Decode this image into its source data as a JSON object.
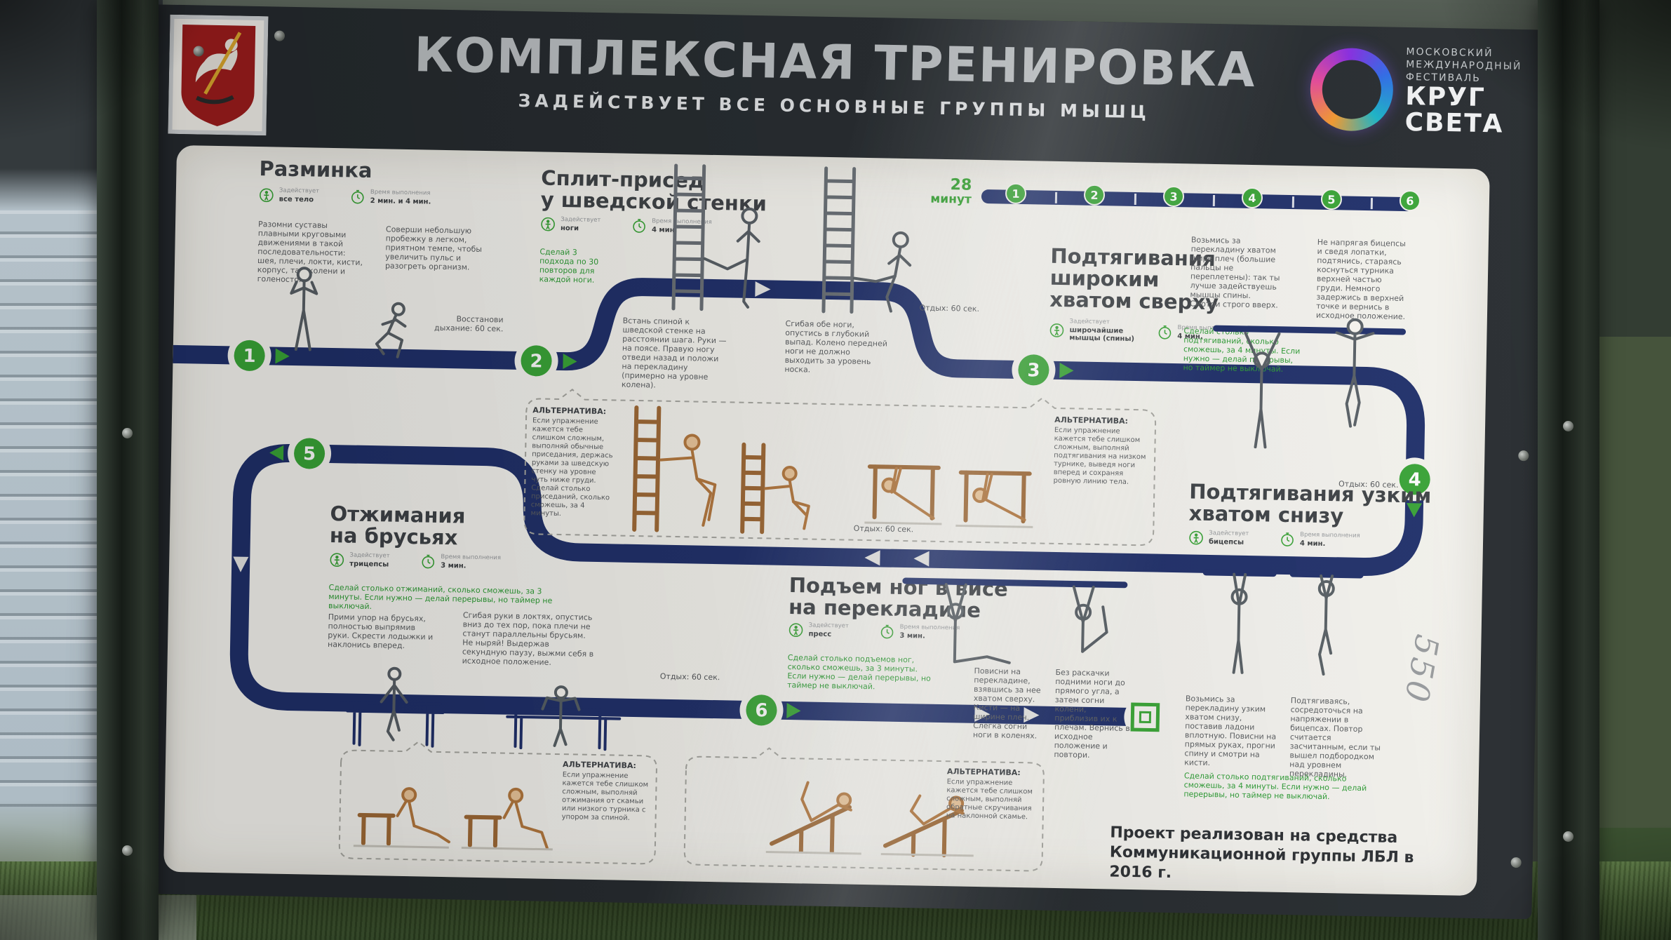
{
  "header": {
    "title": "КОМПЛЕКСНАЯ ТРЕНИРОВКА",
    "subtitle": "ЗАДЕЙСТВУЕТ ВСЕ ОСНОВНЫЕ ГРУППЫ МЫШЦ",
    "festival_line1": "МОСКОВСКИЙ",
    "festival_line2": "МЕЖДУНАРОДНЫЙ",
    "festival_line3": "ФЕСТИВАЛЬ",
    "festival_name1": "КРУГ",
    "festival_name2": "СВЕТА"
  },
  "timer": {
    "value": "28",
    "unit": "минут"
  },
  "progress": [
    "1",
    "2",
    "3",
    "4",
    "5",
    "6"
  ],
  "stations": [
    "1",
    "2",
    "3",
    "4",
    "5",
    "6"
  ],
  "labels": {
    "involves": "Задействует",
    "duration": "Время выполнения",
    "alternative": "АЛЬТЕРНАТИВА:",
    "rest": "Отдых: 60 сек."
  },
  "sections": {
    "warmup": {
      "title": "Разминка",
      "target": "все тело",
      "time": "2 мин. и 4 мин.",
      "p1": "Разомни суставы плавными круговыми движениями в такой последовательности: шея, плечи, локти, кисти, корпус, таз, колени и голеностоп.",
      "p2": "Соверши небольшую пробежку в легком, приятном темпе, чтобы увеличить пульс и разогреть организм.",
      "note": "Восстанови дыхание: 60 сек."
    },
    "split": {
      "title1": "Сплит-присед",
      "title2": "у шведской стенки",
      "target": "ноги",
      "time": "4 мин.",
      "green": "Сделай 3 подхода по 30 повторов для каждой ноги.",
      "p1": "Встань спиной к шведской стенке на расстоянии шага. Руки — на поясе. Правую ногу отведи назад и положи на перекладину (примерно на уровне колена).",
      "p2": "Сгибая обе ноги, опустись в глубокий выпад. Колено передней ноги не должно выходить за уровень носка."
    },
    "wide": {
      "title1": "Подтягивания",
      "title2": "широким",
      "title3": "хватом сверху",
      "target": "широчайшие мышцы (спины)",
      "time": "4 мин.",
      "green": "Сделай столько подтягиваний, сколько сможешь, за 4 минуты. Если нужно — делай перерывы, но таймер не выключай.",
      "p1": "Возьмись за перекладину хватом шире плеч (большие пальцы не переплетены): так ты лучше задействуешь мышцы спины. Смотри строго вверх.",
      "p2": "Не напрягая бицепсы и сведя лопатки, подтянись, стараясь коснуться турника верхней частью груди. Немного задержись в верхней точке и вернись в исходное положение."
    },
    "narrow": {
      "title1": "Подтягивания узким",
      "title2": "хватом снизу",
      "target": "бицепсы",
      "time": "4 мин.",
      "green": "Сделай столько подтягиваний, сколько сможешь, за 4 минуты. Если нужно — делай перерывы, но таймер не выключай.",
      "p1": "Возьмись за перекладину узким хватом снизу, поставив ладони вплотную. Повисни на прямых руках, прогни спину и смотри на кисти.",
      "p2": "Подтягиваясь, сосредоточься на напряжении в бицепсах. Повтор считается засчитанным, если ты вышел подбородком над уровнем перекладины."
    },
    "dips": {
      "title1": "Отжимания",
      "title2": "на брусьях",
      "target": "трицепсы",
      "time": "3 мин.",
      "green": "Сделай столько отжиманий, сколько сможешь, за 3 минуты. Если нужно — делай перерывы, но таймер не выключай.",
      "p1": "Прими упор на брусьях, полностью выпрямив руки. Скрести лодыжки и наклонись вперед.",
      "p2": "Сгибая руки в локтях, опустись вниз до тех пор, пока плечи не станут параллельны брусьям. Не ныряй! Выдержав секундную паузу, выжми себя в исходное положение."
    },
    "press": {
      "title1": "Подъем ног в висе",
      "title2": "на перекладине",
      "target": "пресс",
      "time": "3 мин.",
      "green": "Сделай столько подъемов ног, сколько сможешь, за 3 минуты. Если нужно — делай перерывы, но таймер не выключай.",
      "p1": "Повисни на перекладине, взявшись за нее хватом сверху. Кисти — на ширине плеч. Слегка согни ноги в коленях.",
      "p2": "Без раскачки подними ноги до прямого угла, а затем согни колени, приблизив их к плечам. Вернись в исходное положение и повтори."
    }
  },
  "alternatives": {
    "a1": "Если упражнение кажется тебе слишком сложным, выполняй обычные приседания, держась руками за шведскую стенку на уровне чуть ниже груди. Сделай столько приседаний, сколько сможешь, за 4 минуты.",
    "a2": "Если упражнение кажется тебе слишком сложным, выполняй подтягивания на низком турнике, выведя ноги вперед и сохраняя ровную линию тела.",
    "a3": "Если упражнение кажется тебе слишком сложным, выполняй отжимания от скамьи или низкого турника с упором за спиной.",
    "a4": "Если упражнение кажется тебе слишком сложным, выполняй обратные скручивания на наклонной скамье."
  },
  "footer": {
    "line1": "Проект реализован на средства",
    "line2": "Коммуникационной группы ЛБЛ в 2016 г."
  },
  "graffiti": "550",
  "colors": {
    "track": "#20306b",
    "station_green": "#3aa637",
    "panel": "#f6f5f0",
    "header_bg": "#262b2f"
  }
}
